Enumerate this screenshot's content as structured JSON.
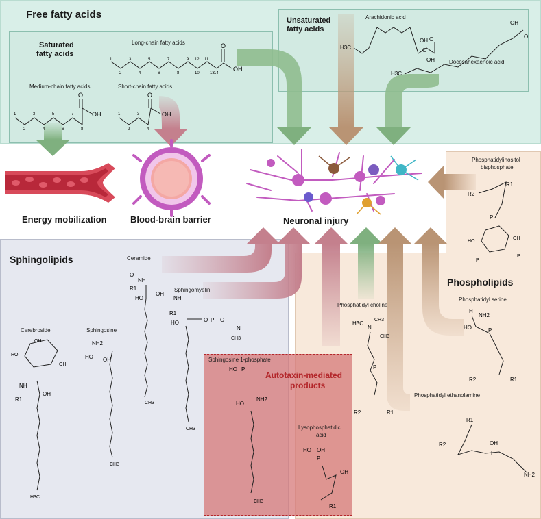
{
  "free_fatty_acids": {
    "title": "Free fatty acids",
    "saturated": {
      "title_line1": "Saturated",
      "title_line2": "fatty acids",
      "long_chain": "Long-chain fatty acids",
      "medium_chain": "Medium-chain fatty acids",
      "short_chain": "Short-chain fatty acids",
      "long_chain_numbers": [
        "1",
        "2",
        "3",
        "4",
        "5",
        "6",
        "7",
        "8",
        "9",
        "10",
        "11",
        "12",
        "13",
        "14"
      ],
      "medium_chain_numbers": [
        "1",
        "2",
        "3",
        "4",
        "5",
        "6",
        "7",
        "8"
      ],
      "short_chain_numbers": [
        "1",
        "2",
        "3",
        "4"
      ]
    },
    "unsaturated": {
      "title_line1": "Unsaturated",
      "title_line2": "fatty acids",
      "arachidonic": "Arachidonic acid",
      "docosahexaenoic": "Docosahexaenoic acid"
    }
  },
  "outcomes": {
    "energy": "Energy mobilization",
    "bbb": "Blood-brain barrier",
    "neuronal": "Neuronal injury"
  },
  "sphingolipids": {
    "title": "Sphingolipids",
    "ceramide": "Ceramide",
    "sphingomyelin": "Sphingomyelin",
    "cerebroside": "Cerebroside",
    "sphingosine": "Sphingosine"
  },
  "autotaxin": {
    "title_line1": "Autotaxin-mediated",
    "title_line2": "products",
    "s1p": "Sphingosine 1-phosphate",
    "lpa_line1": "Lysophosphatidic",
    "lpa_line2": "acid"
  },
  "phospholipids": {
    "title": "Phospholipids",
    "pip2_line1": "Phosphatidylinositol",
    "pip2_line2": "bisphosphate",
    "choline": "Phosphatidyl choline",
    "serine": "Phosphatidyl serine",
    "ethanolamine": "Phosphatidyl ethanolamine"
  },
  "chem_labels": {
    "oh": "OH",
    "o": "O",
    "h3c": "H3C",
    "ch3": "CH3",
    "nh2": "NH2",
    "nh": "NH",
    "h": "H",
    "r1": "R1",
    "r2": "R2",
    "p": "P",
    "n": "N",
    "ho": "HO"
  },
  "colors": {
    "ffa_panel": "#d9efe8",
    "sphingo_panel": "#e6e8f0",
    "phospho_panel": "#f8e9db",
    "autotaxin_panel": "#d98b8b",
    "autotaxin_text": "#b3262a",
    "green_arrow": "#8fbc8f",
    "rose_arrow": "#c9909b",
    "tan_arrow": "#c6a386",
    "vessel": "#d84a5a",
    "neuron": "#c25bbf"
  }
}
